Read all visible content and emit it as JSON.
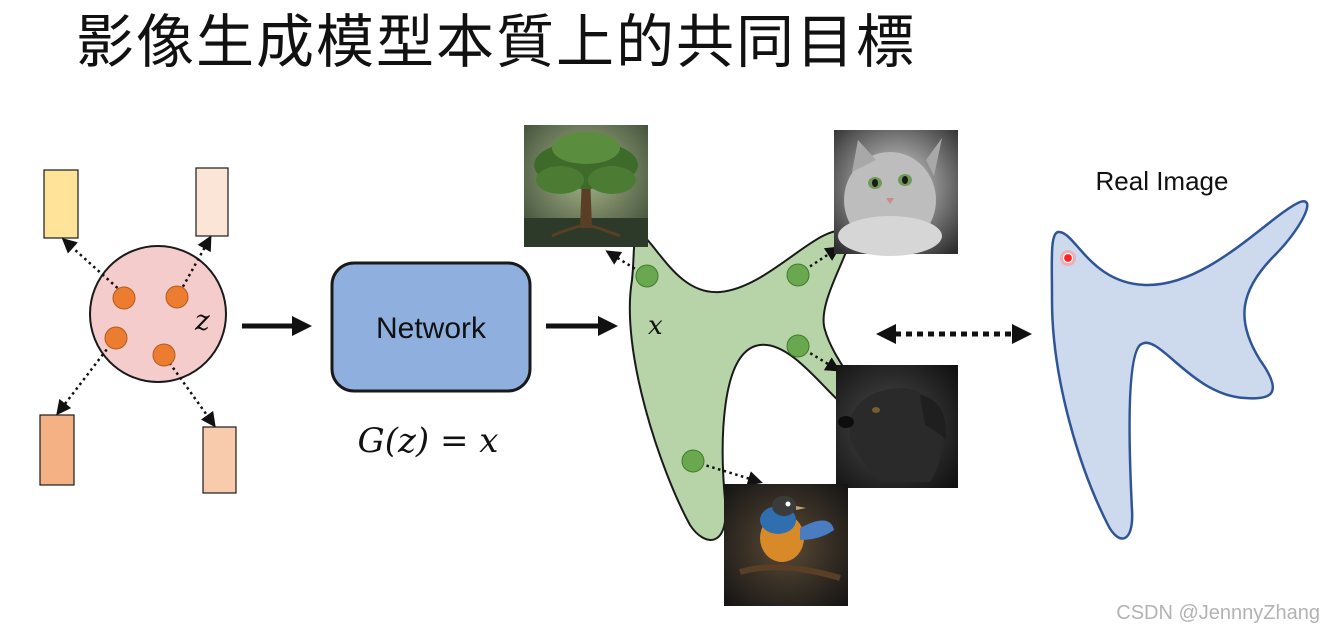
{
  "title": "影像生成模型本質上的共同目標",
  "latent": {
    "variable": "z"
  },
  "network": {
    "label": "Network",
    "equation": "G(z) = x"
  },
  "output": {
    "variable": "x"
  },
  "real_image": {
    "label": "Real Image"
  },
  "watermark": "CSDN @JennnyZhang",
  "colors": {
    "latent_fill": "#f5cccc",
    "dot_orange": "#ec7c30",
    "network_fill": "#8fb0de",
    "network_border": "#1a1a1a",
    "generated_fill": "#b7d4a8",
    "generated_dot": "#6aa84f",
    "real_fill": "#cdd9ec",
    "real_border": "#2f5597",
    "real_point": "#ff2020",
    "rect_1": "#ffe399",
    "rect_2": "#fbe5d6",
    "rect_3": "#f4b183",
    "rect_4": "#f8cbad"
  }
}
